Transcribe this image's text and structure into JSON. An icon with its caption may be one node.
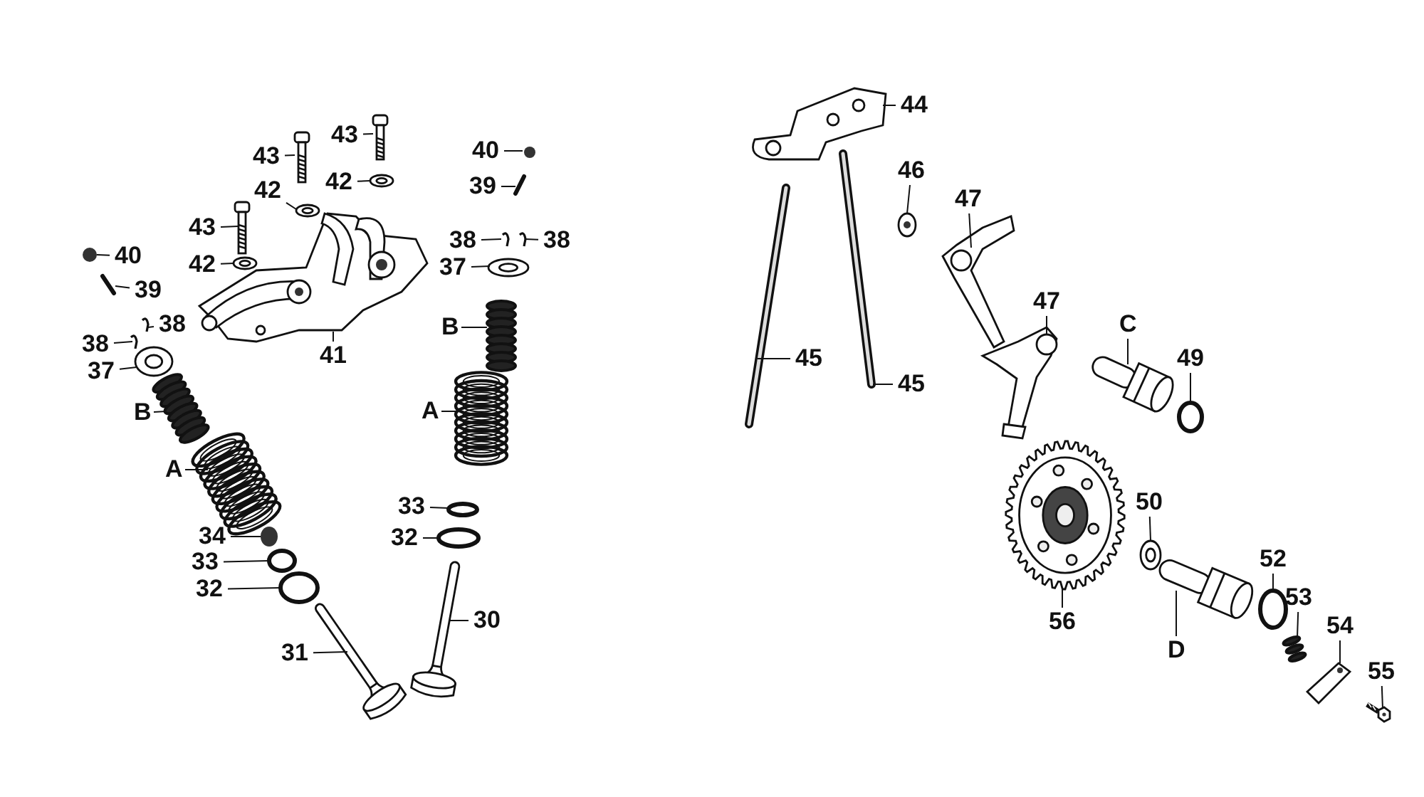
{
  "diagram": {
    "nodes": [
      {
        "text": [
          "43"
        ]
      },
      {
        "text": [
          "43"
        ]
      },
      {
        "text": [
          "42"
        ]
      },
      {
        "text": [
          "42"
        ]
      },
      {
        "text": [
          "43"
        ]
      },
      {
        "text": [
          "42"
        ]
      },
      {
        "text": [
          "41"
        ]
      },
      {
        "text": [
          "40"
        ]
      },
      {
        "text": [
          "39"
        ]
      },
      {
        "text": [
          "38"
        ]
      },
      {
        "text": [
          "38"
        ]
      },
      {
        "text": [
          "37"
        ]
      },
      {
        "text": [
          "B"
        ]
      },
      {
        "text": [
          "40"
        ]
      },
      {
        "text": [
          "39"
        ]
      },
      {
        "text": [
          "38"
        ]
      },
      {
        "text": [
          "38"
        ]
      },
      {
        "text": [
          "37"
        ]
      },
      {
        "text": [
          "B"
        ]
      },
      {
        "text": [
          "A"
        ]
      },
      {
        "text": [
          "A"
        ]
      },
      {
        "text": [
          "33"
        ]
      },
      {
        "text": [
          "32"
        ]
      },
      {
        "text": [
          "34"
        ]
      },
      {
        "text": [
          "33"
        ]
      },
      {
        "text": [
          "32"
        ]
      },
      {
        "text": [
          "30"
        ]
      },
      {
        "text": [
          "31"
        ]
      },
      {
        "text": [
          "44"
        ]
      },
      {
        "text": [
          "46"
        ]
      },
      {
        "text": [
          "47"
        ]
      },
      {
        "text": [
          "47"
        ]
      },
      {
        "text": [
          "C"
        ]
      },
      {
        "text": [
          "45"
        ]
      },
      {
        "text": [
          "49"
        ]
      },
      {
        "text": [
          "45"
        ]
      },
      {
        "text": [
          "50"
        ]
      },
      {
        "text": [
          "52"
        ]
      },
      {
        "text": [
          "53"
        ]
      },
      {
        "text": [
          "54"
        ]
      },
      {
        "text": [
          "56"
        ]
      },
      {
        "text": [
          "D"
        ]
      },
      {
        "text": [
          "55"
        ]
      },
      {
        "text": [],
        "shape": "picture"
      },
      {
        "text": [],
        "shape": "picture"
      },
      {
        "text": [],
        "shape": "picture"
      },
      {
        "text": [],
        "shape": "picture"
      },
      {
        "text": [],
        "shape": "picture"
      },
      {
        "text": [],
        "shape": "picture"
      },
      {
        "text": [],
        "shape": "picture"
      },
      {
        "text": [],
        "shape": "circle"
      },
      {
        "text": [],
        "shape": "picture"
      },
      {
        "text": [],
        "shape": "picture"
      },
      {
        "text": [],
        "shape": "picture"
      },
      {
        "text": [],
        "shape": "picture"
      },
      {
        "text": [],
        "shape": "picture"
      },
      {
        "text": [],
        "shape": "circle"
      },
      {
        "text": [],
        "shape": "picture"
      },
      {
        "text": [],
        "shape": "picture"
      },
      {
        "text": [],
        "shape": "picture"
      },
      {
        "text": [],
        "shape": "picture"
      },
      {
        "text": [],
        "shape": "picture"
      },
      {
        "text": [],
        "shape": "picture"
      },
      {
        "text": [],
        "shape": "picture"
      },
      {
        "text": [],
        "shape": "circle"
      },
      {
        "text": [],
        "shape": "circle"
      },
      {
        "text": [],
        "shape": "circle"
      },
      {
        "text": [],
        "shape": "circle"
      },
      {
        "text": [],
        "shape": "circle"
      },
      {
        "text": [],
        "shape": "picture"
      },
      {
        "text": [],
        "shape": "picture"
      },
      {
        "text": [],
        "shape": "picture"
      },
      {
        "text": [],
        "shape": "picture"
      },
      {
        "text": [],
        "shape": "picture"
      },
      {
        "text": [],
        "shape": "picture"
      },
      {
        "text": [],
        "shape": "picture"
      },
      {
        "text": [],
        "shape": "picture"
      },
      {
        "text": [],
        "shape": "circle"
      },
      {
        "text": [],
        "shape": "picture"
      },
      {
        "text": [],
        "shape": "picture"
      },
      {
        "text": [],
        "shape": "circle"
      },
      {
        "text": [],
        "shape": "picture"
      },
      {
        "text": [],
        "shape": "picture"
      },
      {
        "text": [],
        "shape": "picture"
      },
      {
        "text": [],
        "shape": "picture"
      },
      {
        "text": [],
        "shape": "picture"
      }
    ],
    "edges": [
      {
        "from": 0,
        "to": 43,
        "arrow": "none"
      },
      {
        "from": 1,
        "to": 44,
        "arrow": "none"
      },
      {
        "from": 2,
        "to": 45,
        "arrow": "none"
      },
      {
        "from": 3,
        "to": 46,
        "arrow": "none"
      },
      {
        "from": 4,
        "to": 47,
        "arrow": "none"
      },
      {
        "from": 5,
        "to": 48,
        "arrow": "none"
      },
      {
        "from": 6,
        "to": 49,
        "arrow": "none"
      },
      {
        "from": 7,
        "to": 50,
        "arrow": "none"
      },
      {
        "from": 8,
        "to": 51,
        "arrow": "none"
      },
      {
        "from": 9,
        "to": 52,
        "arrow": "none"
      },
      {
        "from": 10,
        "to": 53,
        "arrow": "none"
      },
      {
        "from": 11,
        "to": 54,
        "arrow": "none"
      },
      {
        "from": 12,
        "to": 55,
        "arrow": "none"
      },
      {
        "from": 13,
        "to": 56,
        "arrow": "none"
      },
      {
        "from": 14,
        "to": 57,
        "arrow": "none"
      },
      {
        "from": 15,
        "to": 58,
        "arrow": "none"
      },
      {
        "from": 16,
        "to": 59,
        "arrow": "none"
      },
      {
        "from": 17,
        "to": 60,
        "arrow": "none"
      },
      {
        "from": 18,
        "to": 61,
        "arrow": "none"
      },
      {
        "from": 19,
        "to": 62,
        "arrow": "none"
      },
      {
        "from": 20,
        "to": 63,
        "arrow": "none"
      },
      {
        "from": 21,
        "to": 64,
        "arrow": "none"
      },
      {
        "from": 22,
        "to": 65,
        "arrow": "none"
      },
      {
        "from": 23,
        "to": 66,
        "arrow": "none"
      },
      {
        "from": 24,
        "to": 67,
        "arrow": "none"
      },
      {
        "from": 25,
        "to": 68,
        "arrow": "none"
      },
      {
        "from": 26,
        "to": 69,
        "arrow": "none"
      },
      {
        "from": 27,
        "to": 70,
        "arrow": "none"
      },
      {
        "from": 28,
        "to": 71,
        "arrow": "none"
      },
      {
        "from": 29,
        "to": 72,
        "arrow": "none"
      },
      {
        "from": 30,
        "to": 73,
        "arrow": "none"
      },
      {
        "from": 31,
        "to": 74,
        "arrow": "none"
      },
      {
        "from": 32,
        "to": 75,
        "arrow": "none"
      },
      {
        "from": 33,
        "to": 76,
        "arrow": "none"
      },
      {
        "from": 34,
        "to": 77,
        "arrow": "none"
      },
      {
        "from": 35,
        "to": 78,
        "arrow": "none"
      },
      {
        "from": 36,
        "to": 79,
        "arrow": "none"
      },
      {
        "from": 37,
        "to": 80,
        "arrow": "none"
      },
      {
        "from": 38,
        "to": 81,
        "arrow": "none"
      },
      {
        "from": 39,
        "to": 82,
        "arrow": "none"
      },
      {
        "from": 40,
        "to": 83,
        "arrow": "none"
      },
      {
        "from": 41,
        "to": 84,
        "arrow": "none"
      },
      {
        "from": 42,
        "to": 85,
        "arrow": "none"
      }
    ]
  }
}
